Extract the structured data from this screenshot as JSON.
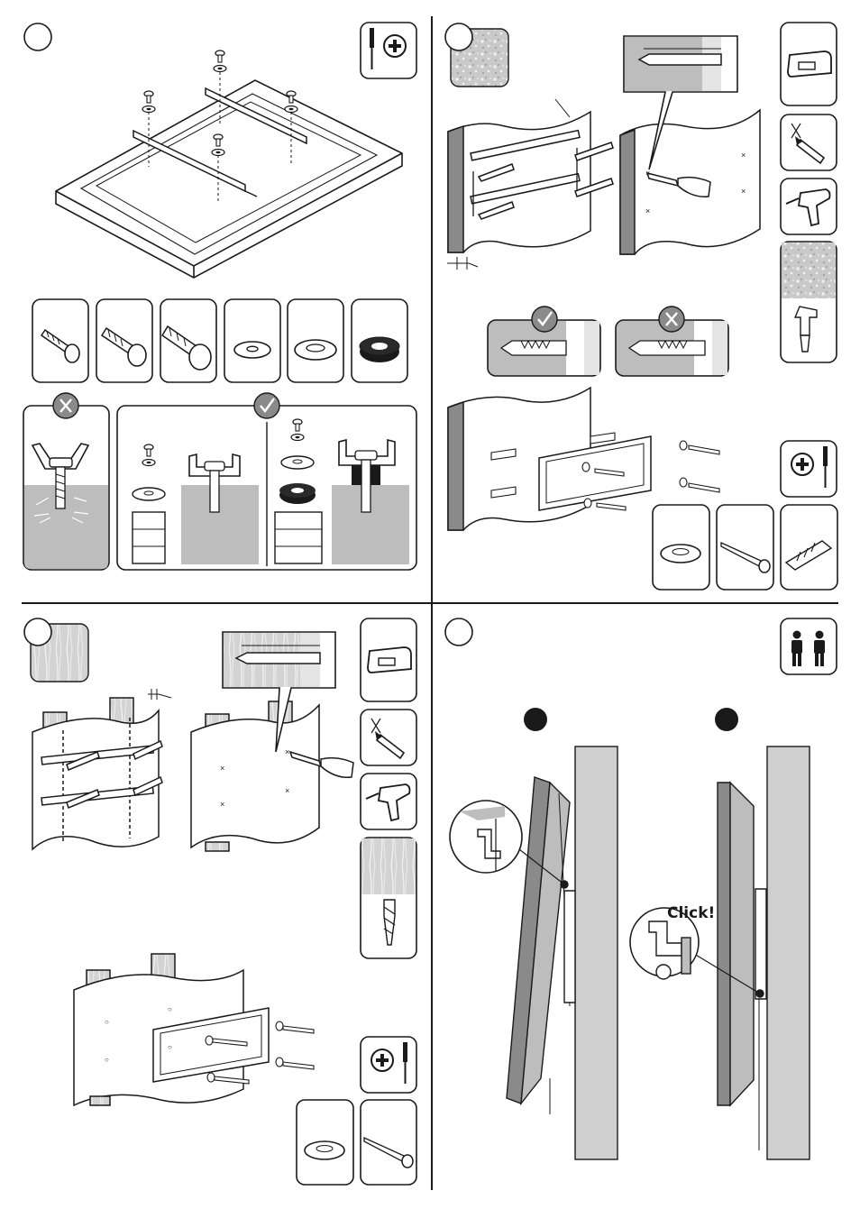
{
  "manual": {
    "panels": [
      {
        "id": "attach-brackets",
        "step_number": ""
      },
      {
        "id": "concrete-wall",
        "step_number": ""
      },
      {
        "id": "wood-stud-wall",
        "step_number": ""
      },
      {
        "id": "hang-tv",
        "step_number": ""
      }
    ],
    "hang_tv": {
      "stage_a": "",
      "stage_b": "",
      "click_text": "Click!"
    },
    "colors": {
      "line": "#1a1a1a",
      "wall_grey": "#cfcfcf",
      "tv_grey": "#8a8a8a",
      "fill_grey": "#bdbdbd",
      "light_grey": "#e4e4e4"
    },
    "icons": {
      "tools": [
        "phillips-screwdriver-icon",
        "stud-finder-icon",
        "pencil-mark-icon",
        "power-drill-icon",
        "masonry-drill-bit-icon",
        "wood-drill-bit-icon",
        "two-person-lift-icon"
      ],
      "hardware": [
        "m4-screw-icon",
        "m6-screw-icon",
        "m8-screw-icon",
        "small-washer-icon",
        "large-washer-icon",
        "spacer-ring-icon",
        "wall-washer-icon",
        "lag-bolt-icon",
        "wall-anchor-icon"
      ],
      "verdicts": [
        "wrong-x-icon",
        "correct-check-icon"
      ]
    }
  }
}
